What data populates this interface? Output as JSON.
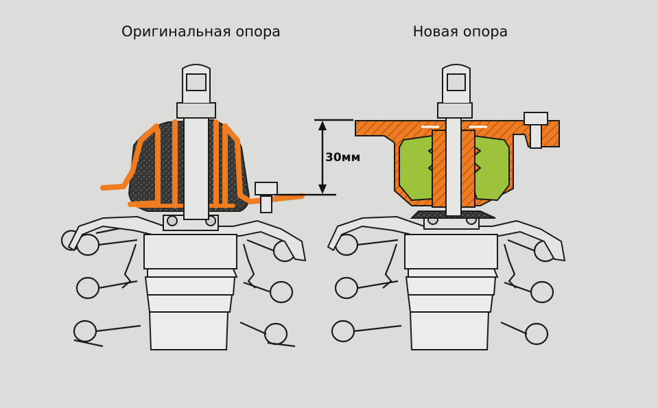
{
  "titles": {
    "original": "Оригинальная опора",
    "new": "Новая опора"
  },
  "dimension": {
    "label": "30мм"
  },
  "colors": {
    "background": "#dcdcda",
    "steel_part": "#f07c22",
    "rubber_new": "#9dc23b",
    "rubber_old": "#3c3c3a",
    "line": "#1b1b1b"
  }
}
